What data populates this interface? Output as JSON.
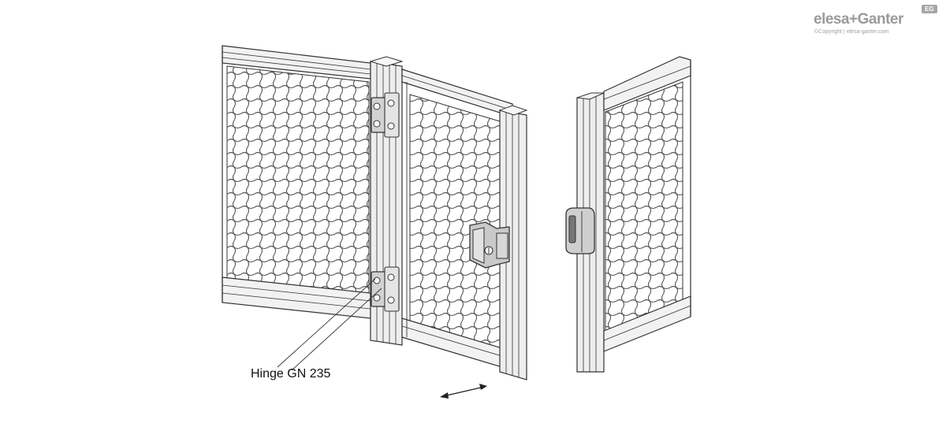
{
  "callout": {
    "hinge_label": "Hinge GN 235"
  },
  "logo": {
    "brand": "elesa+Ganter",
    "badge": "EG",
    "copyright": "©Copyright | elesa-ganter.com"
  },
  "colors": {
    "line": "#333333",
    "panel_fill": "#f4f4f4",
    "profile_fill": "#eeeeee",
    "hardware_fill": "#cfcfcf",
    "logo_gray": "#9a9a9a"
  }
}
